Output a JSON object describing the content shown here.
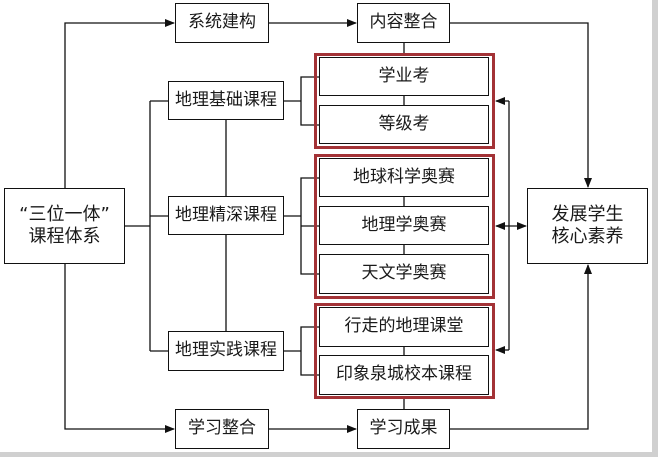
{
  "diagram": {
    "type": "flowchart",
    "colors": {
      "line": "#111111",
      "group_border": "#a33236",
      "frame": "#d0d0d0"
    },
    "nodes": {
      "root": "“三位一体”\n课程体系",
      "system_build": "系统建构",
      "content_integration": "内容整合",
      "basic_course": "地理基础课程",
      "deep_course": "地理精深课程",
      "practice_course": "地理实践课程",
      "academic_exam": "学业考",
      "grade_exam": "等级考",
      "earth_olympiad": "地球科学奥赛",
      "geo_olympiad": "地理学奥赛",
      "astro_olympiad": "天文学奥赛",
      "walking_class": "行走的地理课堂",
      "school_course": "印象泉城校本课程",
      "learning_integration": "学习整合",
      "learning_outcome": "学习成果",
      "core_literacy": "发展学生\n核心素养"
    },
    "groups": [
      {
        "name": "exam-group",
        "members": [
          "学业考",
          "等级考"
        ]
      },
      {
        "name": "olympiad-group",
        "members": [
          "地球科学奥赛",
          "地理学奥赛",
          "天文学奥赛"
        ]
      },
      {
        "name": "practice-group",
        "members": [
          "行走的地理课堂",
          "印象泉城校本课程"
        ]
      }
    ],
    "edges": [
      {
        "from": "“三位一体”课程体系",
        "to": "系统建构",
        "arrow": "end"
      },
      {
        "from": "系统建构",
        "to": "内容整合",
        "arrow": "end"
      },
      {
        "from": "内容整合",
        "to": "发展学生核心素养",
        "arrow": "end"
      },
      {
        "from": "“三位一体”课程体系",
        "to": "学习整合",
        "arrow": "end"
      },
      {
        "from": "学习整合",
        "to": "学习成果",
        "arrow": "end"
      },
      {
        "from": "学习成果",
        "to": "发展学生核心素养",
        "arrow": "end"
      },
      {
        "from": "“三位一体”课程体系",
        "to": "地理基础课程",
        "arrow": "none"
      },
      {
        "from": "“三位一体”课程体系",
        "to": "地理精深课程",
        "arrow": "none"
      },
      {
        "from": "“三位一体”课程体系",
        "to": "地理实践课程",
        "arrow": "none"
      },
      {
        "from": "地理基础课程",
        "to": "学业考 / 等级考",
        "arrow": "none"
      },
      {
        "from": "地理精深课程",
        "to": "地球科学奥赛 / 地理学奥赛 / 天文学奥赛",
        "arrow": "none"
      },
      {
        "from": "地理实践课程",
        "to": "行走的地理课堂 / 印象泉城校本课程",
        "arrow": "none"
      },
      {
        "from": "发展学生核心素养",
        "to": "exam-group / olympiad-group / practice-group",
        "arrow": "both"
      }
    ]
  }
}
